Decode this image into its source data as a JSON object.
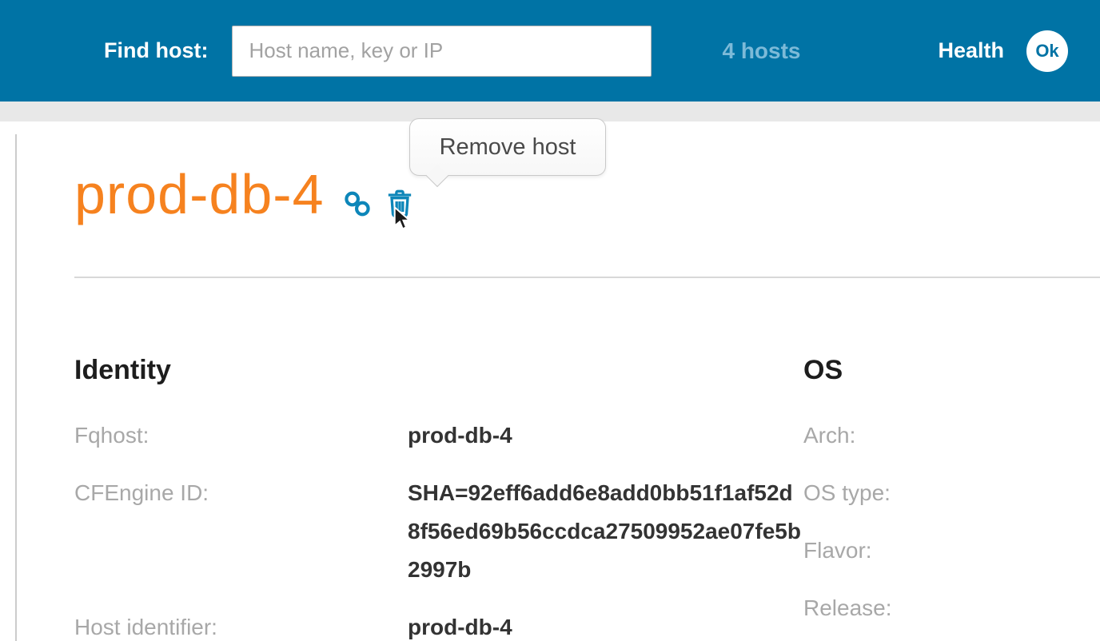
{
  "header": {
    "find_host_label": "Find host:",
    "search_placeholder": "Host name, key or IP",
    "search_value": "",
    "hosts_count": "4 hosts",
    "health_label": "Health",
    "health_status": "Ok"
  },
  "tooltip": {
    "text": "Remove host"
  },
  "page": {
    "title": "prod-db-4"
  },
  "identity": {
    "heading": "Identity",
    "rows": [
      {
        "label": "Fqhost:",
        "value": "prod-db-4"
      },
      {
        "label": "CFEngine ID:",
        "value": "SHA=92eff6add6e8add0bb51f1af52d8f56ed69b56ccdca27509952ae07fe5b2997b"
      },
      {
        "label": "Host identifier:",
        "value": "prod-db-4"
      }
    ]
  },
  "os": {
    "heading": "OS",
    "rows": [
      {
        "label": "Arch:",
        "value": ""
      },
      {
        "label": "OS type:",
        "value": ""
      },
      {
        "label": "Flavor:",
        "value": ""
      },
      {
        "label": "Release:",
        "value": ""
      }
    ]
  },
  "colors": {
    "header_bg": "#0073a5",
    "accent_orange": "#f6821f",
    "icon_blue": "#0d86b9",
    "hosts_count_blue": "#7cbad8",
    "status_ok_bg": "#ffffff"
  }
}
